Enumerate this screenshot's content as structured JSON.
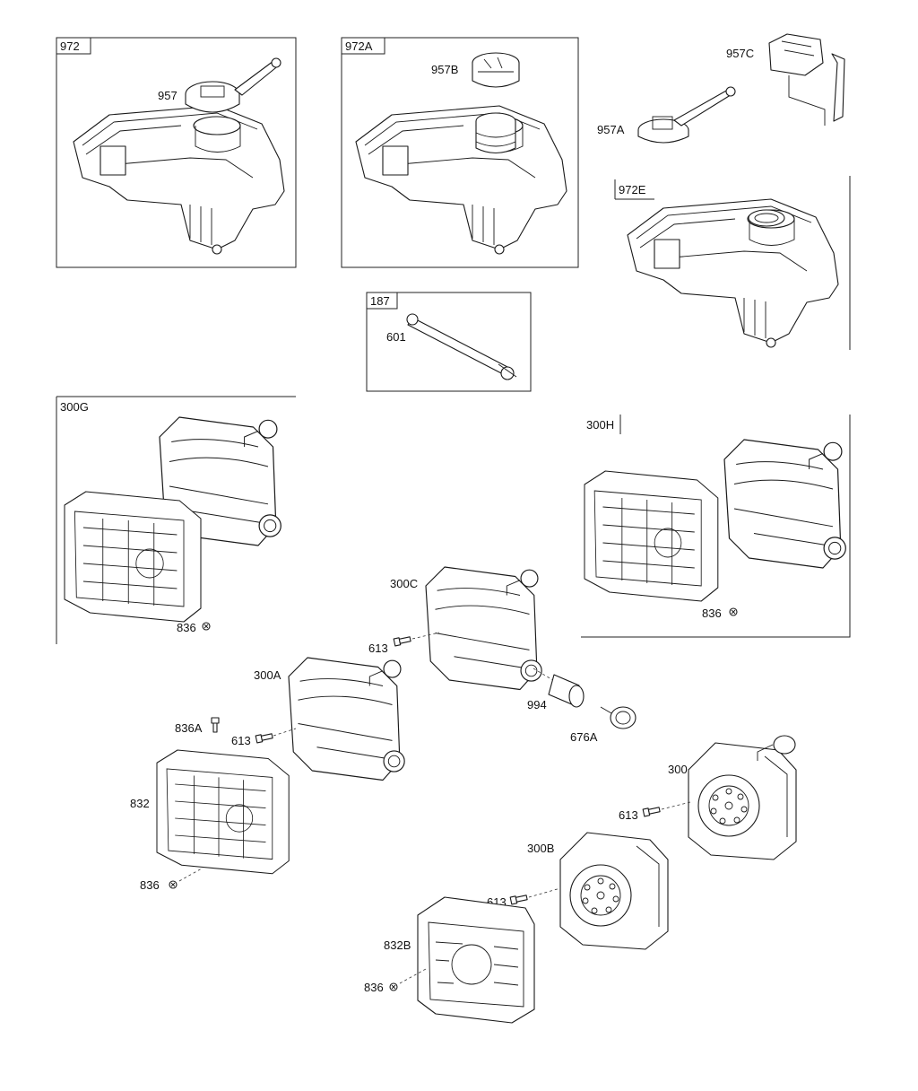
{
  "groups": {
    "g972": "972",
    "g972a": "972A",
    "g972e": "972E",
    "g187": "187",
    "g300g": "300G",
    "g300h": "300H"
  },
  "callouts": {
    "c957": "957",
    "c957b": "957B",
    "c957c": "957C",
    "c957a": "957A",
    "c601": "601",
    "c300c": "300C",
    "c613_c": "613",
    "c836_g": "836",
    "c836_h": "836",
    "c300a": "300A",
    "c613_a": "613",
    "c836a": "836A",
    "c994": "994",
    "c676a": "676A",
    "c300": "300",
    "c613_r": "613",
    "c832": "832",
    "c836_832": "836",
    "c300b": "300B",
    "c613_b": "613",
    "c832b": "832B",
    "c836_832b": "836"
  },
  "colors": {
    "line": "#1a1a1a",
    "background": "#ffffff"
  }
}
